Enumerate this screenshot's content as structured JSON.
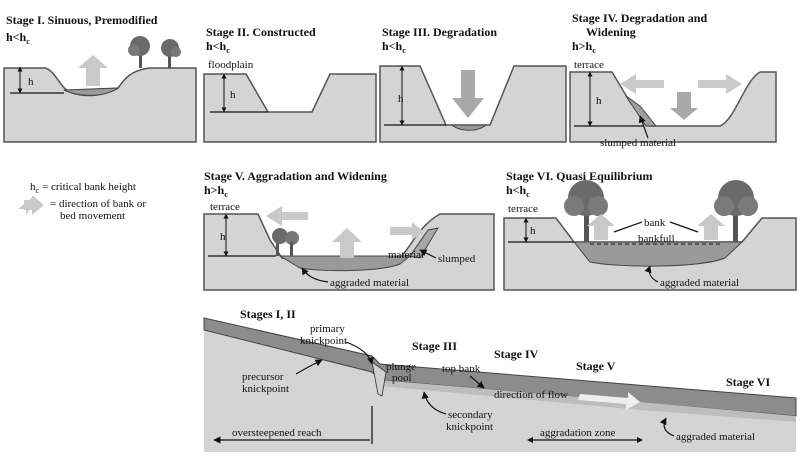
{
  "stages": [
    {
      "title": "Stage I. Sinuous, Premodified",
      "sub": "h<h",
      "sub_c": "c",
      "h": "h"
    },
    {
      "title": "Stage II. Constructed",
      "sub": "h<h",
      "sub_c": "c",
      "label": "floodplain",
      "h": "h"
    },
    {
      "title": "Stage III. Degradation",
      "sub": "h<h",
      "sub_c": "c",
      "h": "h"
    },
    {
      "title": "Stage IV. Degradation and",
      "title2": "Widening",
      "sub": "h>h",
      "sub_c": "c",
      "label": "terrace",
      "label2": "slumped material",
      "h": "h"
    },
    {
      "title": "Stage V. Aggradation and Widening",
      "sub": "h>h",
      "sub_c": "c",
      "label": "terrace",
      "label2": "material",
      "label3": "slumped",
      "label4": "aggraded material",
      "h": "h"
    },
    {
      "title": "Stage VI. Quasi Equilibrium",
      "sub": "h<h",
      "sub_c": "c",
      "label": "terrace",
      "label2": "bank",
      "label3": "bankfull",
      "label4": "aggraded material",
      "h": "h"
    }
  ],
  "legend": {
    "hc_sym": "h",
    "hc_sub": "c",
    "hc_text": "= critical bank height",
    "arrow_text1": "= direction of bank or",
    "arrow_text2": "bed movement"
  },
  "profile": {
    "stages_12": "Stages I, II",
    "primary1": "primary",
    "primary2": "knickpoint",
    "precursor1": "precursor",
    "precursor2": "knickpoint",
    "stage3": "Stage III",
    "plunge1": "plunge",
    "plunge2": "pool",
    "topbank": "top bank",
    "stage4": "Stage IV",
    "stage5": "Stage V",
    "flow": "direction of flow",
    "stage6": "Stage VI",
    "secondary1": "secondary",
    "secondary2": "knickpoint",
    "reach": "oversteepened reach",
    "zone": "aggradation zone",
    "aggraded": "aggraded material"
  }
}
